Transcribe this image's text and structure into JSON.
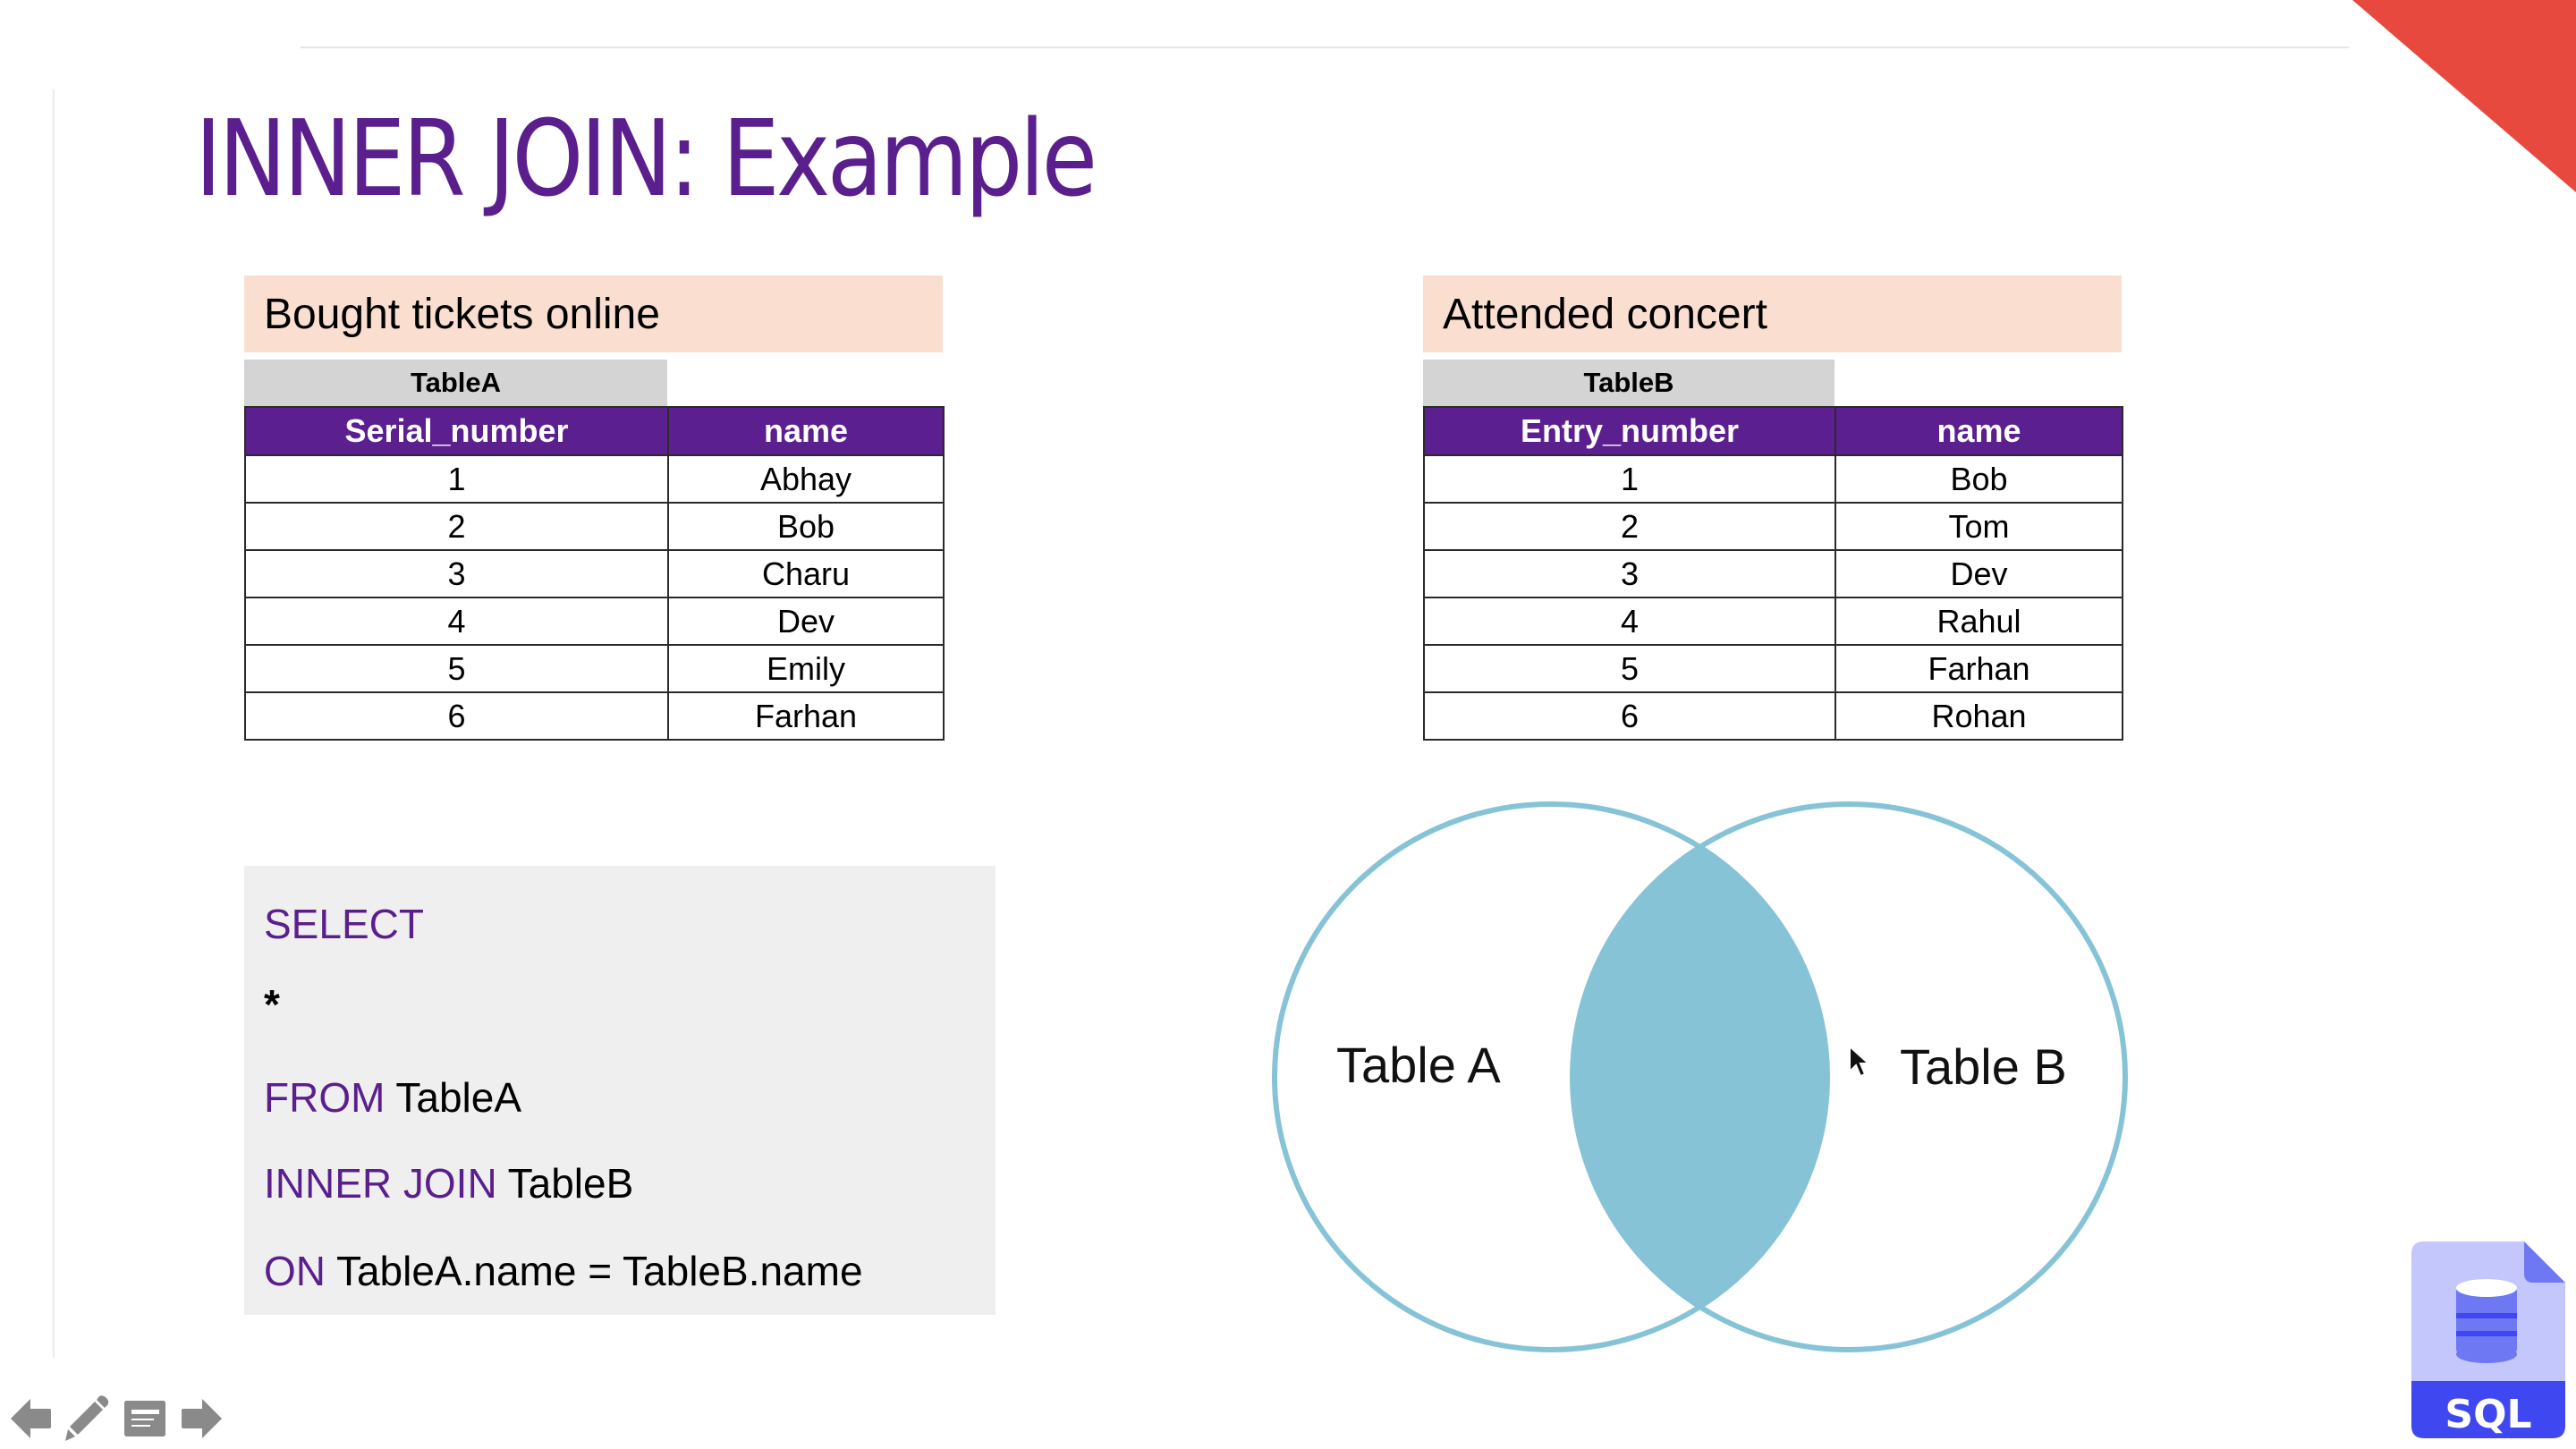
{
  "slide": {
    "title": "INNER JOIN: Example",
    "colors": {
      "title": "#5b1f8d",
      "table_header": "#5c1f8f",
      "caption_band": "#fadfd0",
      "table_label": "#d4d4d4",
      "sql_keyword": "#5b1f8d",
      "sql_box": "#efefef",
      "venn_stroke": "#86c3d6",
      "venn_fill": "#86c3d6",
      "accent_triangle": "#e8493f"
    }
  },
  "table_a": {
    "caption": "Bought tickets online",
    "label": "TableA",
    "columns": [
      "Serial_number",
      "name"
    ],
    "rows": [
      [
        "1",
        "Abhay"
      ],
      [
        "2",
        "Bob"
      ],
      [
        "3",
        "Charu"
      ],
      [
        "4",
        "Dev"
      ],
      [
        "5",
        "Emily"
      ],
      [
        "6",
        "Farhan"
      ]
    ]
  },
  "table_b": {
    "caption": "Attended concert",
    "label": "TableB",
    "columns": [
      "Entry_number",
      "name"
    ],
    "rows": [
      [
        "1",
        "Bob"
      ],
      [
        "2",
        "Tom"
      ],
      [
        "3",
        "Dev"
      ],
      [
        "4",
        "Rahul"
      ],
      [
        "5",
        "Farhan"
      ],
      [
        "6",
        "Rohan"
      ]
    ]
  },
  "sql": {
    "lines": [
      {
        "keyword": "SELECT",
        "text": ""
      },
      {
        "keyword": "",
        "text": "*"
      },
      {
        "keyword": "FROM",
        "text": " TableA"
      },
      {
        "keyword": "INNER JOIN",
        "text": " TableB"
      },
      {
        "keyword": "ON",
        "text": " TableA.name = TableB.name"
      }
    ]
  },
  "venn": {
    "left_label": "Table A",
    "right_label": "Table B",
    "highlighted_region": "intersection"
  },
  "nav": {
    "icons": [
      "arrow-left-icon",
      "pencil-icon",
      "notes-icon",
      "arrow-right-icon"
    ]
  },
  "badge": {
    "file_type": "SQL"
  }
}
